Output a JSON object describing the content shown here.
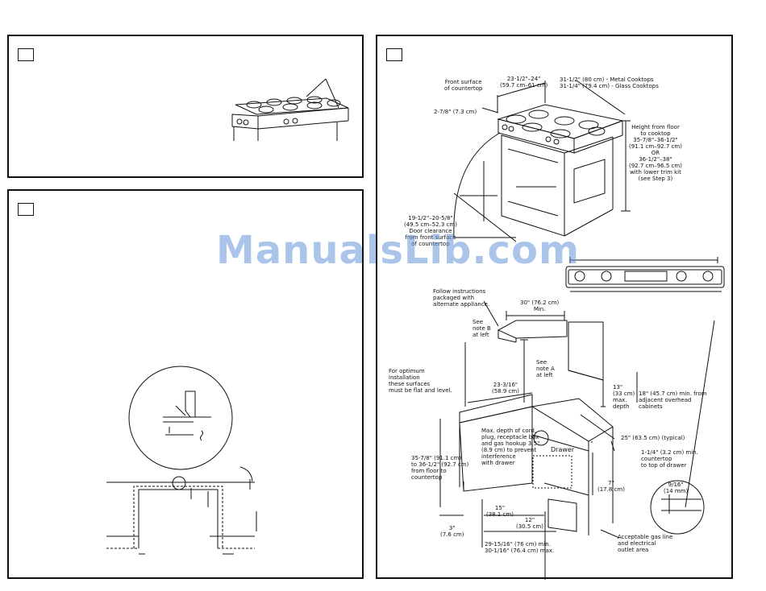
{
  "watermark": "ManualsLib.com",
  "colors": {
    "ink": "#111111",
    "watermark": "#6496d7",
    "background": "#ffffff"
  },
  "labels": {
    "front_surface": "Front surface\nof countertop",
    "width_range": "23-1/2\"–24\"\n(59.7 cm–61 cm)",
    "depth_metal_glass": "31-1/2\" (80 cm) - Metal Cooktops\n31-1/4\" (79.4 cm) - Glass Cooktops",
    "offset_278": "2-7/8\" (7.3 cm)",
    "height_floor": "Height from floor\nto cooktop\n35-7/8\"–36-1/2\"\n(91.1 cm–92.7 cm)\nOR\n36-1/2\"–38\"\n(92.7 cm–96.5 cm)\nwith lower trim kit\n(see Step 3)",
    "door_clearance": "19-1/2\"–20-5/8\"\n(49.5 cm–52.3 cm)\nDoor clearance\nfrom front surface\nof countertop",
    "follow_instructions": "Follow instructions\npackaged with\nalternate appliance.",
    "min_30": "30\" (76.2 cm)\nMin.",
    "see_note_b": "See\nnote B\nat left",
    "see_note_a": "See\nnote A\nat left",
    "optimum": "For optimum\ninstallation\nthese surfaces\nmust be flat and level.",
    "dim_23_3_16": "23-3/16\"\n(58.9 cm)",
    "max_depth_13": "13\"\n(33 cm)\nmax.\ndepth",
    "overhead_18": "18\" (45.7 cm) min. from\nadjacent overhead\ncabinets",
    "max_cord": "Max. depth of cord,\nplug, receptacle box\nand gas hookup 3.5\"\n(8.9 cm) to prevent\ninterference\nwith drawer",
    "drawer": "Drawer",
    "typical_25": "25\" (63.5 cm) (typical)",
    "counter_114": "1-1/4\" (3.2 cm) min.\ncountertop\nto top of drawer",
    "floor_to_counter": "35-7/8\" (91.1 cm)\nto 36-1/2\" (92.7 cm)\nfrom floor to\ncountertop",
    "dim_7": "7\"\n(17.8 cm)",
    "dim_9_16": "9/16\"\n(14 mm)",
    "dim_15": "15\"\n(38.1 cm)",
    "dim_12": "12\"\n(30.5 cm)",
    "dim_3": "3\"\n(7.6 cm)",
    "gas_outlet": "Acceptable gas line\nand electrical\noutlet area",
    "width_29": "29-15/16\" (76 cm) min.\n30-1/16\" (76.4 cm) max."
  }
}
